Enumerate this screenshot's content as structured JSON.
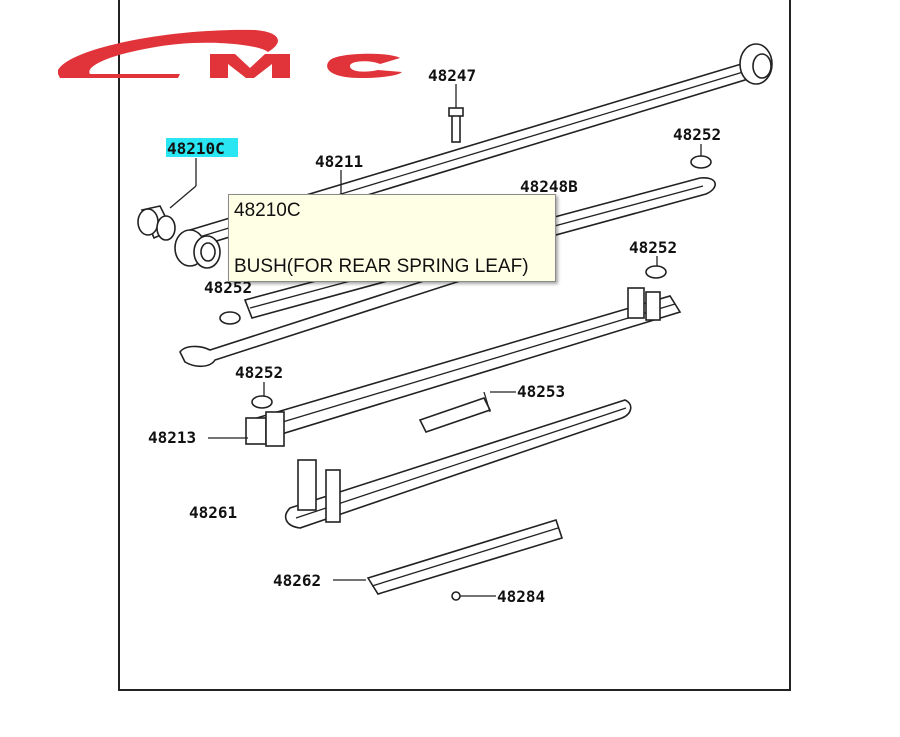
{
  "logo": {
    "text": "OMC",
    "color": "#e1343a"
  },
  "highlight_color": "#29e6f2",
  "parts": {
    "p48210c": "48210C",
    "p48211": "48211",
    "p48247": "48247",
    "p48248b": "48248B",
    "p48252_a": "48252",
    "p48252_b": "48252",
    "p48252_c": "48252",
    "p48252_d": "48252",
    "p48253": "48253",
    "p48213": "48213",
    "p48261": "48261",
    "p48262": "48262",
    "p48284": "48284"
  },
  "tooltip": {
    "code": "48210C",
    "description": "BUSH(FOR REAR SPRING LEAF)"
  }
}
